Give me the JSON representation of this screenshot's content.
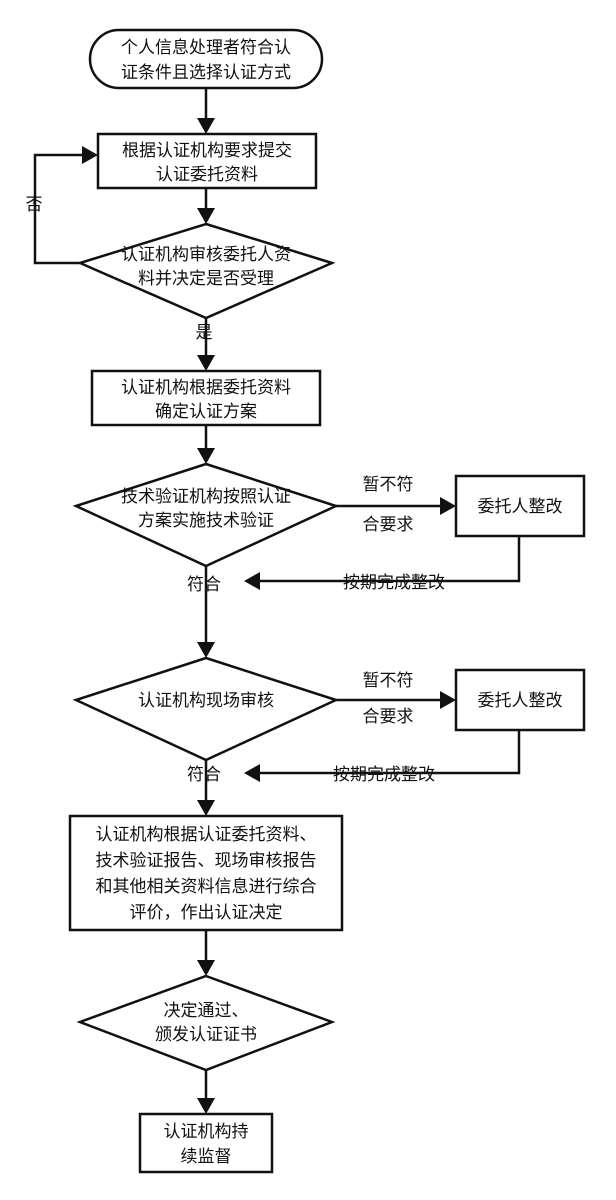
{
  "colors": {
    "stroke": "#111111",
    "background": "#ffffff",
    "text": "#111111"
  },
  "nodes": {
    "start": {
      "line1": "个人信息处理者符合认",
      "line2": "证条件且选择认证方式"
    },
    "submit": {
      "line1": "根据认证机构要求提交",
      "line2": "认证委托资料"
    },
    "review": {
      "line1": "认证机构审核委托人资",
      "line2": "料并决定是否受理"
    },
    "plan": {
      "line1": "认证机构根据委托资料",
      "line2": "确定认证方案"
    },
    "tech_verify": {
      "line1": "技术验证机构按照认证",
      "line2": "方案实施技术验证"
    },
    "rectify_1": {
      "label": "委托人整改"
    },
    "onsite": {
      "label": "认证机构现场审核"
    },
    "rectify_2": {
      "label": "委托人整改"
    },
    "evaluate": {
      "line1": "认证机构根据认证委托资料、",
      "line2": "技术验证报告、现场审核报告",
      "line3": "和其他相关资料信息进行综合",
      "line4": "评价，作出认证决定"
    },
    "decision": {
      "line1": "决定通过、",
      "line2": "颁发认证证书"
    },
    "supervise": {
      "line1": "认证机构持",
      "line2": "续监督"
    }
  },
  "edges": {
    "review_no": "否",
    "review_yes": "是",
    "tech_fail_line1": "暂不符",
    "tech_fail_line2": "合要求",
    "tech_back": "按期完成整改",
    "tech_pass": "符合",
    "onsite_fail_line1": "暂不符",
    "onsite_fail_line2": "合要求",
    "onsite_back": "按期完成整改",
    "onsite_pass": "符合"
  }
}
